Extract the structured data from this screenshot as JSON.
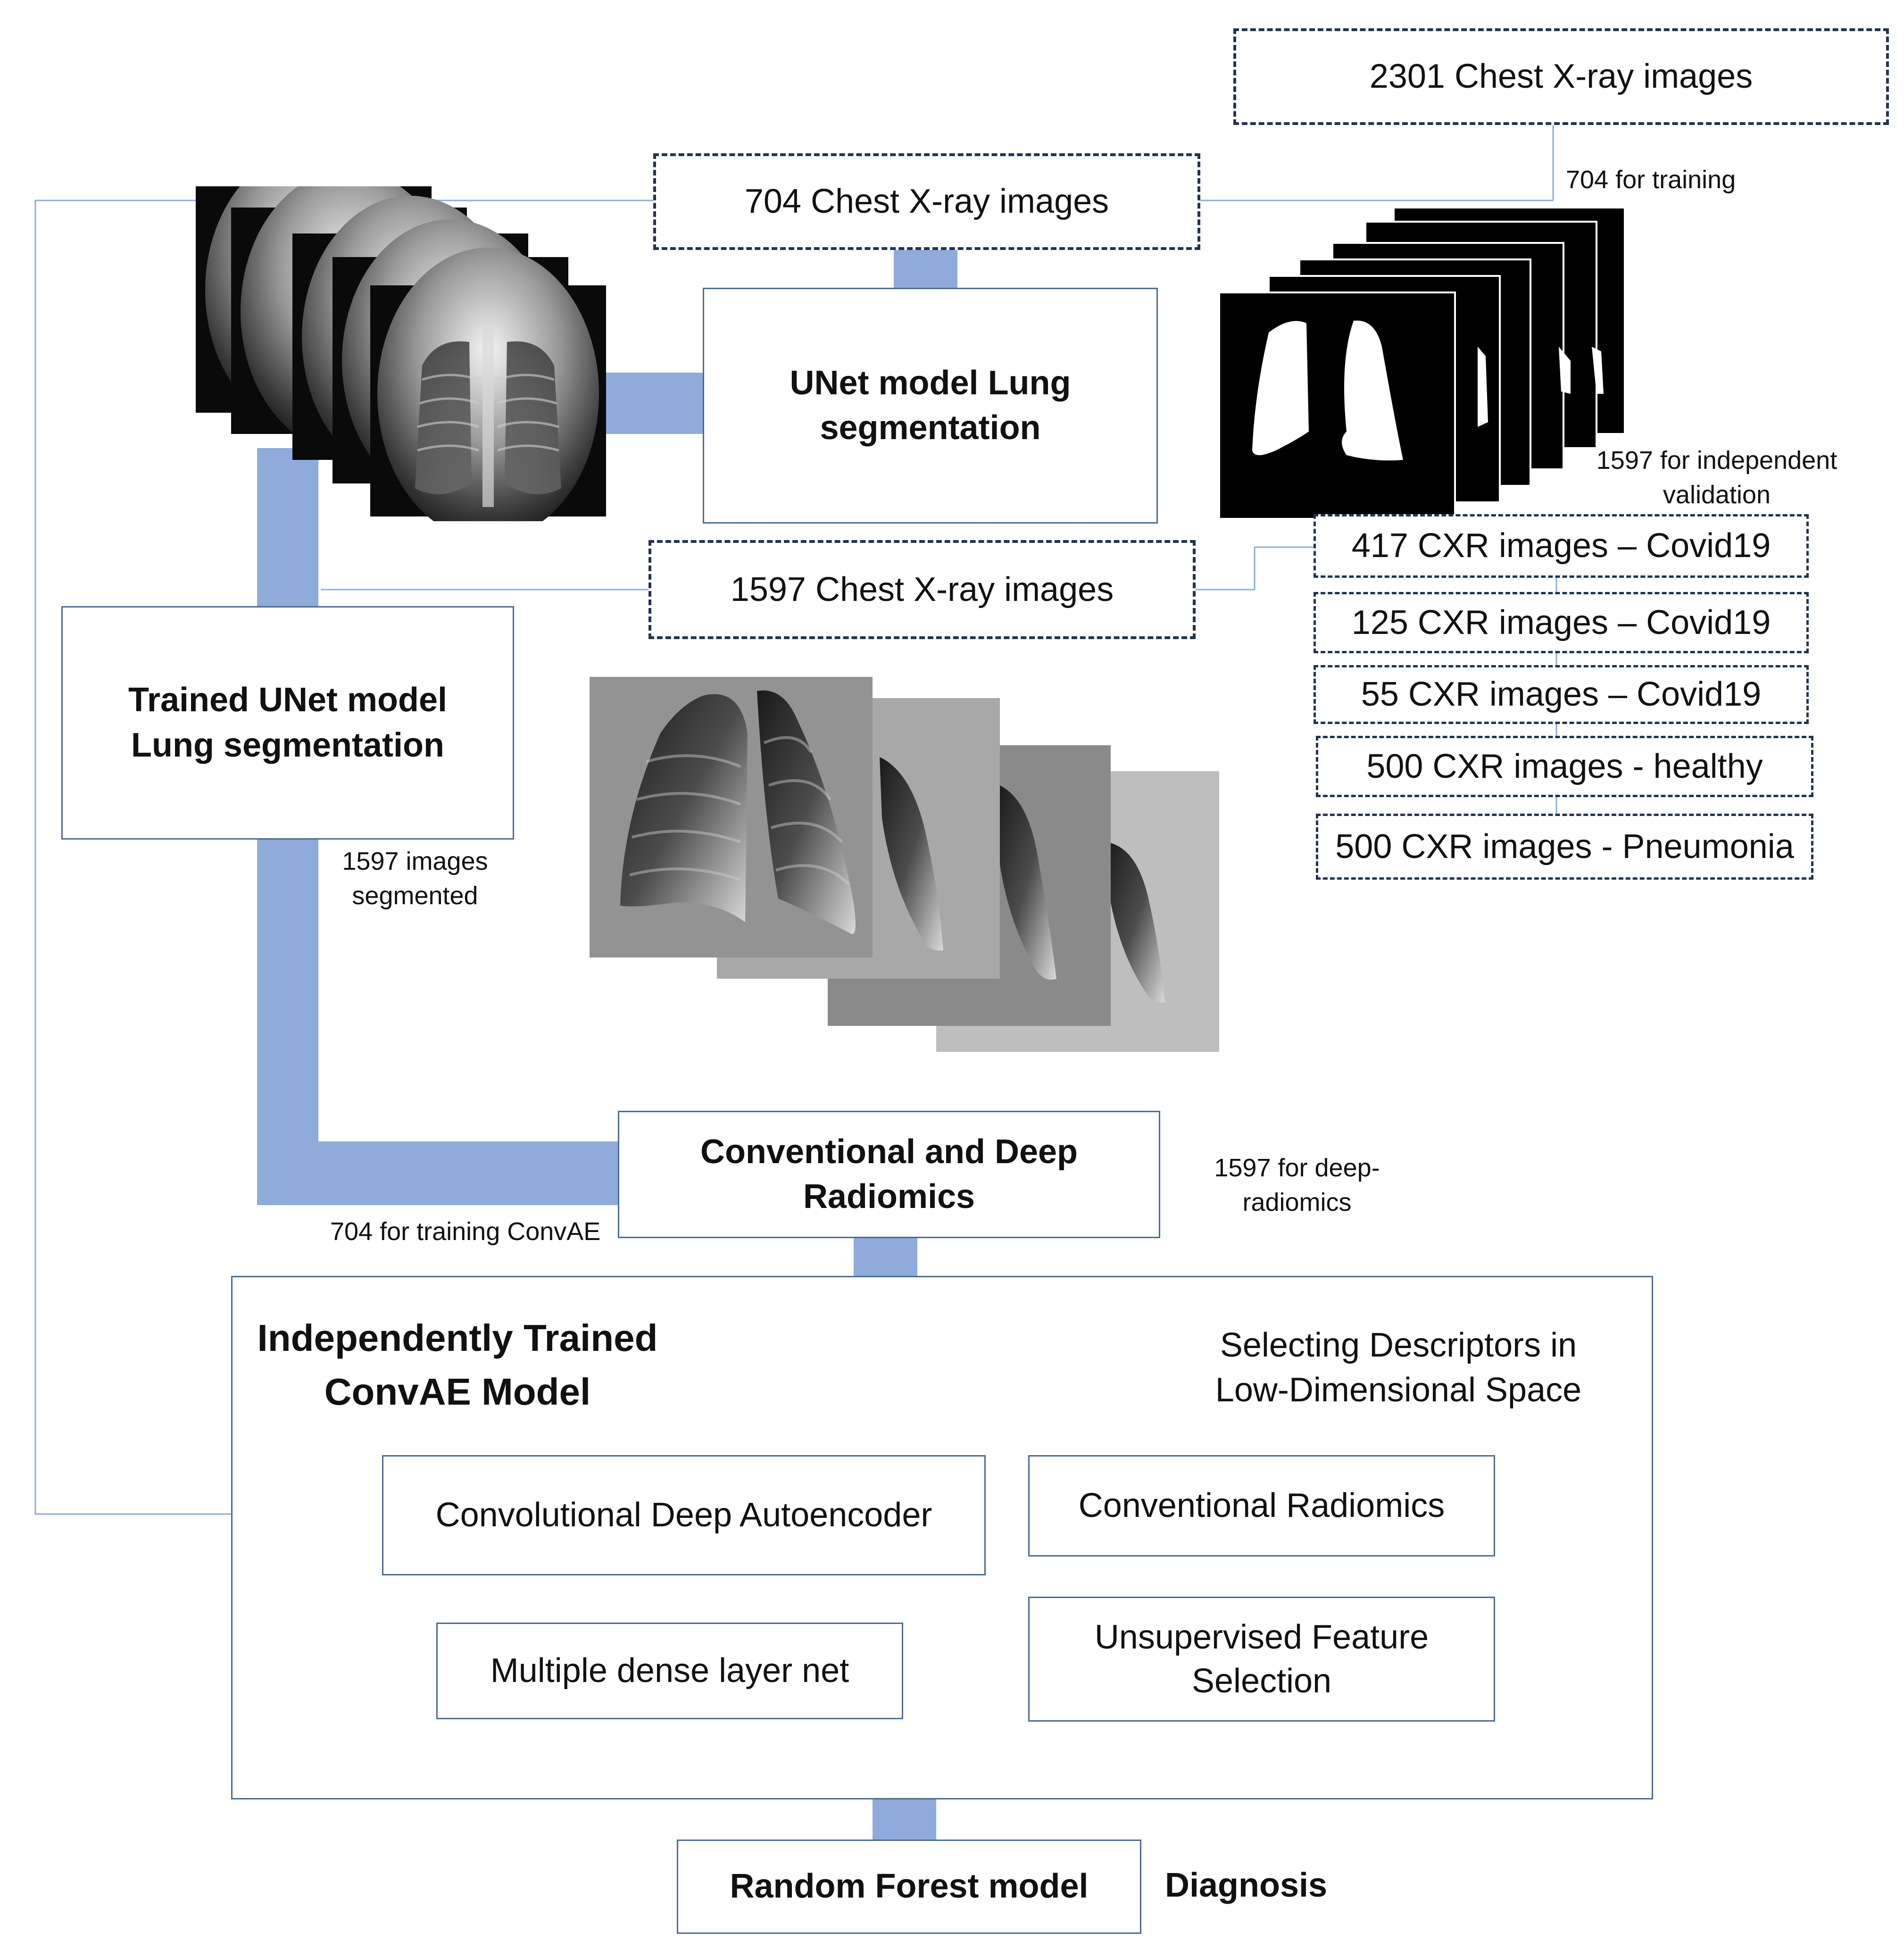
{
  "sources": {
    "all": "2301 Chest X-ray images",
    "train": "704 Chest X-ray images",
    "validation": "1597 Chest X-ray images"
  },
  "labels": {
    "train_split": "704 for training",
    "validation_split": "1597 for independent validation",
    "segmented": "1597 images segmented",
    "convae_training": "704 for training ConvAE",
    "deep_radiomics": "1597 for deep-radiomics"
  },
  "validation_sets": [
    "417 CXR images – Covid19",
    "125 CXR images – Covid19",
    "55 CXR images – Covid19",
    "500 CXR images - healthy",
    "500 CXR images - Pneumonia"
  ],
  "process": {
    "unet": "UNet model Lung segmentation",
    "trained_unet": "Trained UNet model Lung segmentation",
    "radiomics": "Conventional and Deep Radiomics",
    "convae_title": "Independently Trained ConvAE Model",
    "selecting": "Selecting Descriptors in Low-Dimensional Space",
    "autoencoder": "Convolutional Deep Autoencoder",
    "dense": "Multiple dense layer net",
    "conv_radiomics": "Conventional Radiomics",
    "feature_selection": "Unsupervised Feature Selection",
    "random_forest": "Random Forest model",
    "diagnosis": "Diagnosis"
  },
  "colors": {
    "connector": "#8eabdc",
    "box_border": "#4e6b8c",
    "dashed_border": "#22344d"
  }
}
